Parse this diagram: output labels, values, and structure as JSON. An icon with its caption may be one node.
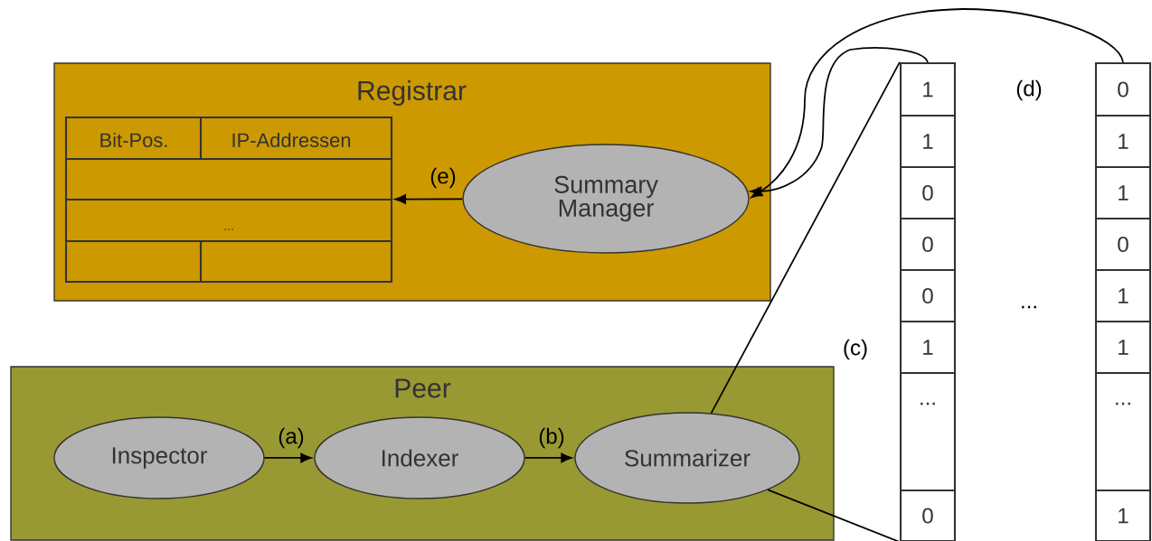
{
  "diagram": {
    "nodes": [
      {
        "text": [
          "Registrar"
        ]
      },
      {
        "text": [
          "Summary Manager"
        ],
        "in": 0
      },
      {
        "text": [
          "Bit-Pos.",
          "IP-Addressen",
          "..."
        ],
        "in": 0
      },
      {
        "text": [
          "Peer"
        ]
      },
      {
        "text": [
          "Inspector"
        ],
        "in": 3
      },
      {
        "text": [
          "Indexer"
        ],
        "in": 3
      },
      {
        "text": [
          "Summarizer"
        ],
        "in": 3
      },
      {
        "text": [
          "1",
          "1",
          "0",
          "0",
          "0",
          "1",
          "...",
          "0"
        ]
      },
      {
        "text": [
          "0",
          "1",
          "1",
          "0",
          "1",
          "1",
          "...",
          "1"
        ]
      }
    ],
    "edges": [
      {
        "from": 4,
        "to": 5,
        "arrow": "to",
        "label": "(a)"
      },
      {
        "from": 5,
        "to": 6,
        "arrow": "to",
        "label": "(b)"
      },
      {
        "from": 6,
        "to": 7,
        "arrow": "none",
        "label": "(c)"
      },
      {
        "from": 6,
        "to": 7,
        "arrow": "none"
      },
      {
        "from": 7,
        "to": 1,
        "arrow": "to"
      },
      {
        "from": 8,
        "to": 1,
        "arrow": "to"
      },
      {
        "from": 1,
        "to": 2,
        "arrow": "to",
        "label": "(e)"
      }
    ],
    "labels": [
      "(d)",
      "..."
    ]
  }
}
